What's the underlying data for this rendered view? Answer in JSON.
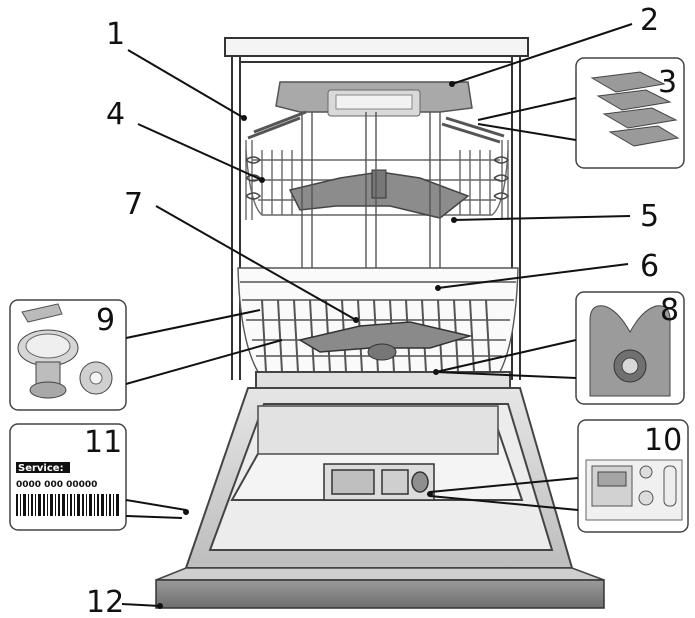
{
  "callouts": [
    "1",
    "2",
    "3",
    "4",
    "5",
    "6",
    "7",
    "8",
    "9",
    "10",
    "11",
    "12"
  ],
  "service_label": {
    "title": "Service:",
    "number": "0000 000 00000"
  }
}
